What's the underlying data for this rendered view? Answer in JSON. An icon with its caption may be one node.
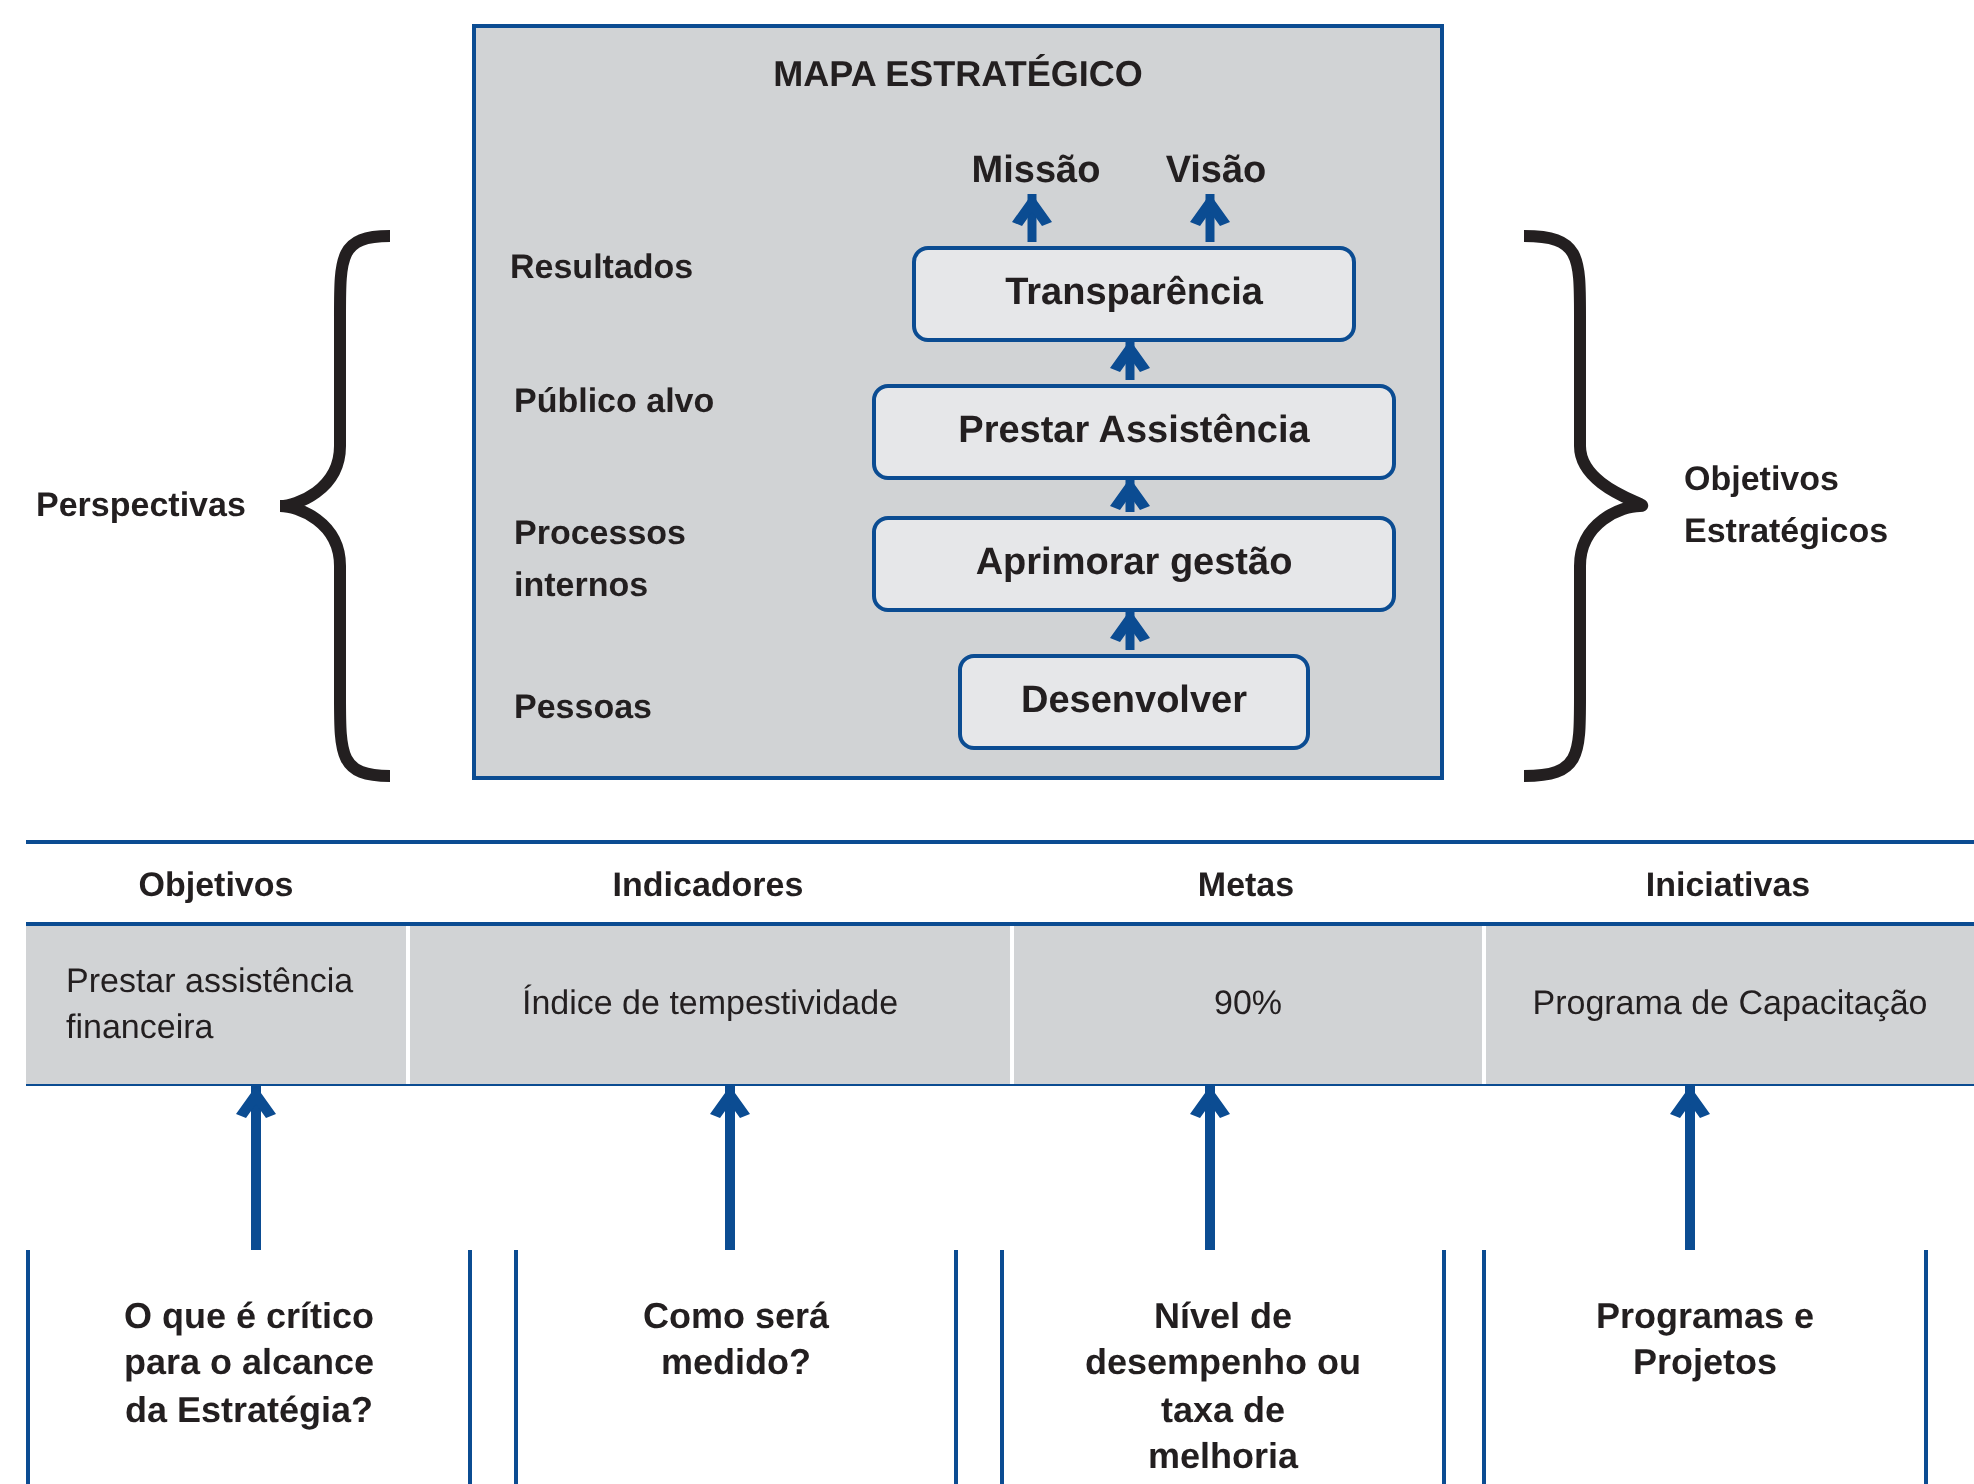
{
  "diagram": {
    "nodes": [
      {
        "text": [
          "MAPA ESTRATÉGICO"
        ]
      },
      {
        "text": [
          "Missão"
        ],
        "in": 0
      },
      {
        "text": [
          "Visão"
        ],
        "in": 0
      },
      {
        "text": [
          "Transparência"
        ],
        "in": 0
      },
      {
        "text": [
          "Prestar Assistência"
        ],
        "in": 0
      },
      {
        "text": [
          "Aprimorar gestão"
        ],
        "in": 0
      },
      {
        "text": [
          "Desenvolver"
        ],
        "in": 0
      },
      {
        "text": [
          "Prestar assistência financeira"
        ]
      },
      {
        "text": [
          "Índice de tempestividade"
        ]
      },
      {
        "text": [
          "90%"
        ]
      },
      {
        "text": [
          "Programa de Capacitação"
        ]
      },
      {
        "text": [
          "O que é crítico para o alcance da Estratégia?"
        ]
      },
      {
        "text": [
          "Como será medido?"
        ]
      },
      {
        "text": [
          "Nível de desempenho ou taxa de melhoria"
        ]
      },
      {
        "text": [
          "Programas e Projetos"
        ]
      }
    ],
    "edges": [
      {
        "from": 6,
        "to": 5,
        "arrow": "to"
      },
      {
        "from": 5,
        "to": 4,
        "arrow": "to"
      },
      {
        "from": 4,
        "to": 3,
        "arrow": "to"
      },
      {
        "from": 3,
        "to": 1,
        "arrow": "to"
      },
      {
        "from": 3,
        "to": 2,
        "arrow": "to"
      },
      {
        "from": 11,
        "to": 7,
        "arrow": "to"
      },
      {
        "from": 12,
        "to": 8,
        "arrow": "to"
      },
      {
        "from": 13,
        "to": 9,
        "arrow": "to"
      },
      {
        "from": 14,
        "to": 10,
        "arrow": "to"
      }
    ],
    "labels": [
      "Resultados",
      "Público alvo",
      "Perspectivas",
      "Objetivos Estratégicos",
      "Processos internos",
      "Pessoas",
      "Objetivos",
      "Indicadores",
      "Metas",
      "Iniciativas"
    ]
  }
}
